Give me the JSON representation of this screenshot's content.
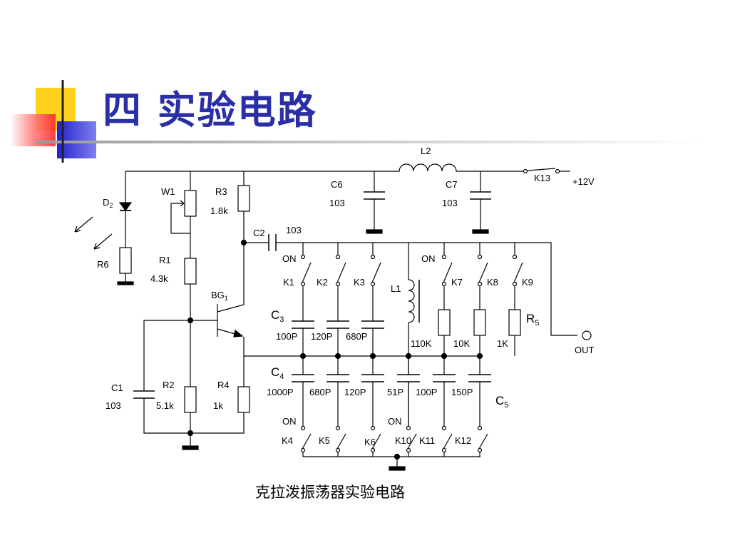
{
  "slide": {
    "title": "四 实验电路",
    "caption": "克拉泼振荡器实验电路",
    "title_color": "#2b2fa6"
  },
  "circuit": {
    "supply": "+12V",
    "output": "OUT",
    "on": "ON",
    "components": {
      "L2": "L2",
      "K13": "K13",
      "C6": "C6",
      "C6_val": "103",
      "C7": "C7",
      "C7_val": "103",
      "W1": "W1",
      "R3": "R3",
      "R3_val": "1.8k",
      "D2": "D",
      "D2_sub": "2",
      "R6": "R6",
      "C2": "C2",
      "C2_val": "103",
      "R1": "R1",
      "R1_val": "4.3k",
      "BG1": "BG",
      "BG1_sub": "1",
      "C1": "C1",
      "C1_val": "103",
      "R2": "R2",
      "R2_val": "5.1k",
      "R4": "R4",
      "R4_val": "1k",
      "L1": "L1",
      "C3": "C",
      "C3_sub": "3",
      "C4": "C",
      "C4_sub": "4",
      "C5": "C",
      "C5_sub": "5",
      "R5": "R",
      "R5_sub": "5"
    },
    "top_switches": [
      "K1",
      "K2",
      "K3",
      "K7",
      "K8",
      "K9"
    ],
    "bottom_switches": [
      "K4",
      "K5",
      "K6",
      "K10",
      "K11",
      "K12"
    ],
    "c3_values": [
      "100P",
      "120P",
      "680P"
    ],
    "resistor_values": [
      "110K",
      "10K",
      "1K"
    ],
    "c4_values": [
      "1000P",
      "680P",
      "120P"
    ],
    "c5_values": [
      "51P",
      "100P",
      "150P"
    ]
  }
}
